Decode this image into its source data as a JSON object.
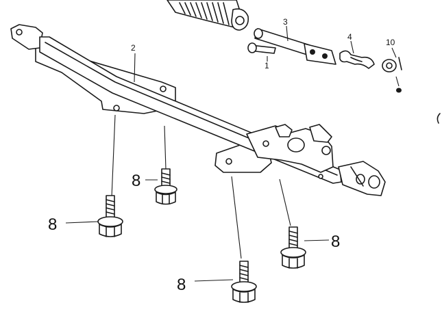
{
  "callouts": {
    "part_1": "1",
    "part_2": "2",
    "part_3": "3",
    "part_4": "4",
    "part_10": "10",
    "bolt_8a": "8",
    "bolt_8b": "8",
    "bolt_8c": "8",
    "bolt_8d": "8"
  },
  "colors": {
    "ink": "#1a1a1a",
    "paper": "#ffffff"
  }
}
